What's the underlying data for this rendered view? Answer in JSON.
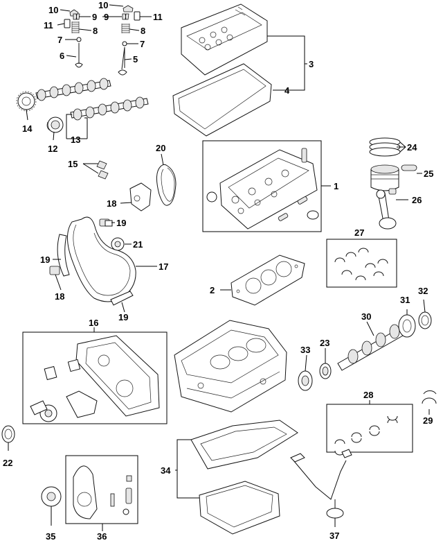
{
  "callouts": [
    {
      "id": "1"
    },
    {
      "id": "2"
    },
    {
      "id": "3"
    },
    {
      "id": "4"
    },
    {
      "id": "5"
    },
    {
      "id": "6"
    },
    {
      "id": "7"
    },
    {
      "id": "8"
    },
    {
      "id": "9"
    },
    {
      "id": "10"
    },
    {
      "id": "11"
    },
    {
      "id": "12"
    },
    {
      "id": "13"
    },
    {
      "id": "14"
    },
    {
      "id": "15"
    },
    {
      "id": "16"
    },
    {
      "id": "17"
    },
    {
      "id": "18"
    },
    {
      "id": "19"
    },
    {
      "id": "20"
    },
    {
      "id": "21"
    },
    {
      "id": "22"
    },
    {
      "id": "23"
    },
    {
      "id": "24"
    },
    {
      "id": "25"
    },
    {
      "id": "26"
    },
    {
      "id": "27"
    },
    {
      "id": "28"
    },
    {
      "id": "29"
    },
    {
      "id": "30"
    },
    {
      "id": "31"
    },
    {
      "id": "32"
    },
    {
      "id": "33"
    },
    {
      "id": "34"
    },
    {
      "id": "35"
    },
    {
      "id": "36"
    },
    {
      "id": "37"
    }
  ]
}
